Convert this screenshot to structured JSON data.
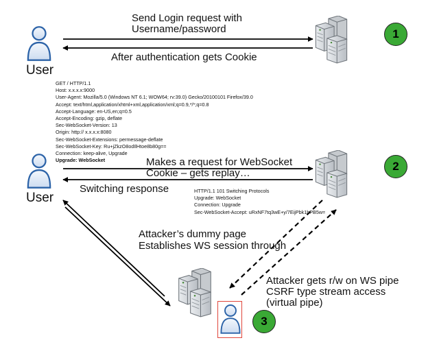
{
  "step1": {
    "request_line1": "Send Login request with",
    "request_line2": "Username/password",
    "response": "After authentication gets Cookie"
  },
  "user_label_1": "User",
  "user_label_2": "User",
  "ws_request_headers": [
    "GET / HTTP/1.1",
    "Host: x.x.x.x:9000",
    "User-Agent: Mozilla/5.0 (Windows NT 6.1; WOW64; rv:39.0) Gecko/20100101 Firefox/39.0",
    "Accept: text/html,application/xhtml+xml,application/xml;q=0.9,*/*;q=0.8",
    "Accept-Language: en-US,en;q=0.5",
    "Accept-Encoding: gzip, deflate",
    "Sec-WebSocket-Version: 13",
    "Origin: http:// x.x.x.x:8080",
    "Sec-WebSocket-Extensions: permessage-deflate",
    "Sec-WebSocket-Key: Ru+jZkzO8odIlHtoe8b80g==",
    "Connection: keep-alive, Upgrade",
    "Upgrade: WebSocket"
  ],
  "step2": {
    "request_line1": "Makes a request for WebSocket",
    "request_line2": "Cookie – gets replay…",
    "response": "Switching response"
  },
  "ws_response_headers": [
    "HTTP/1.1 101 Switching Protocols",
    "Upgrade: WebSocket",
    "Connection: Upgrade",
    "Sec-WebSocket-Accept: uRxNF7tq3wE+y/7EijPbk1bPB5w="
  ],
  "step3": {
    "dummy_line1": "Attacker’s dummy page",
    "dummy_line2": "Establishes WS session through",
    "attacker_line1": "Attacker gets r/w on WS pipe",
    "attacker_line2": "CSRF type stream access",
    "attacker_line3": "(virtual pipe)"
  },
  "steps": [
    "1",
    "2",
    "3"
  ],
  "colors": {
    "step_circle": "#3aa935",
    "user_body": "#dbe7f5",
    "user_outline": "#2c63a8",
    "server_body": "#cfd3d8",
    "attacker_box": "#e0453a"
  },
  "icons": {
    "user": "user-icon",
    "server": "server-rack-icon"
  }
}
